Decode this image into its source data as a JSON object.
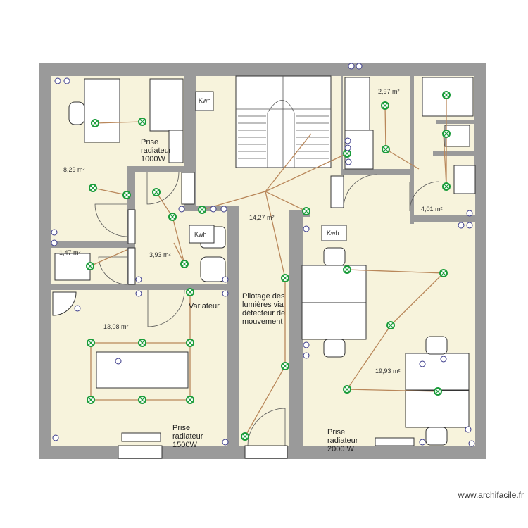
{
  "rooms": [
    {
      "id": "bureau-nw",
      "area": "8,29 m²"
    },
    {
      "id": "wc",
      "area": "1,47 m²"
    },
    {
      "id": "local-compteur",
      "area": "3,93 m²"
    },
    {
      "id": "couloir",
      "area": "14,27 m²"
    },
    {
      "id": "kitchenette",
      "area": "2,97 m²"
    },
    {
      "id": "salle-eau",
      "area": "4,01 m²"
    },
    {
      "id": "bureau-sw",
      "area": "13,08 m²"
    },
    {
      "id": "bureau-se",
      "area": "19,93 m²"
    }
  ],
  "notes": {
    "radiator_1000": [
      "Prise",
      "radiateur",
      "1000W"
    ],
    "radiator_1500": [
      "Prise",
      "radiateur",
      "1500W"
    ],
    "radiator_2000": [
      "Prise",
      "radiateur",
      "2000 W"
    ],
    "dimmer": "Variateur",
    "motion": [
      "Pilotage des",
      "lumières via",
      "détecteur de",
      "mouvement"
    ]
  },
  "meters": {
    "kwh_1": "Kwh",
    "kwh_2": "Kwh",
    "kwh_3": "Kwh"
  },
  "credit": "www.archifacile.fr",
  "colors": {
    "wall": "#9a9a9a",
    "room": "#f7f3dc",
    "wire": "#b9875a",
    "point": "#1a9c3a"
  },
  "icons": [
    "light-point-icon",
    "socket-icon",
    "switch-icon"
  ]
}
